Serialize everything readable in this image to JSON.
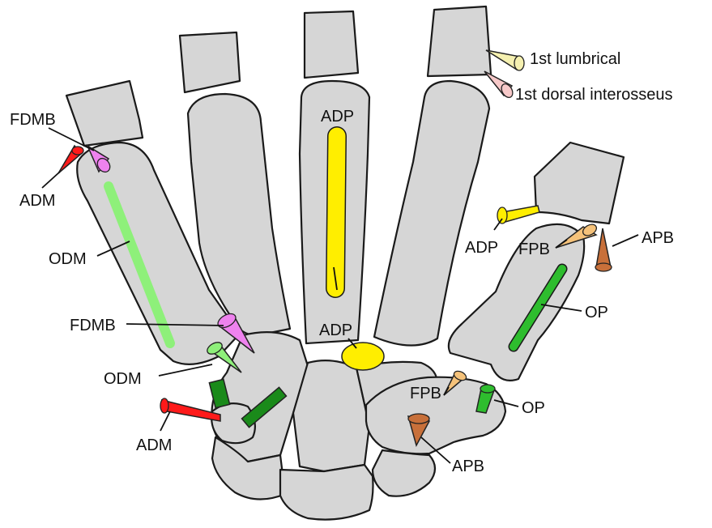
{
  "colors": {
    "bone": "#d6d6d6",
    "outline": "#1a1a1a",
    "adm": "#ff1a1a",
    "fdmb": "#ee82ee",
    "odm": "#8ef07a",
    "adp": "#ffee00",
    "op": "#2ebd2e",
    "opp": "#1a8a1a",
    "fpb": "#f5c27a",
    "apb": "#c8703a",
    "lumbrical": "#f5f0b0",
    "interosseus": "#f7c9c9"
  },
  "labels": {
    "first_lumbrical": "1st lumbrical",
    "first_dorsal_interosseus": "1st dorsal interosseus",
    "adp_finger": "ADP",
    "adp_carpal": "ADP",
    "adp_thumb": "ADP",
    "fdmb_top": "FDMB",
    "adm_top": "ADM",
    "odm_shaft": "ODM",
    "fdmb_base": "FDMB",
    "odm_base": "ODM",
    "adm_base": "ADM",
    "fpb_thumb": "FPB",
    "apb_thumb": "APB",
    "op_shaft": "OP",
    "fpb_carpal": "FPB",
    "op_carpal": "OP",
    "apb_carpal": "APB"
  }
}
